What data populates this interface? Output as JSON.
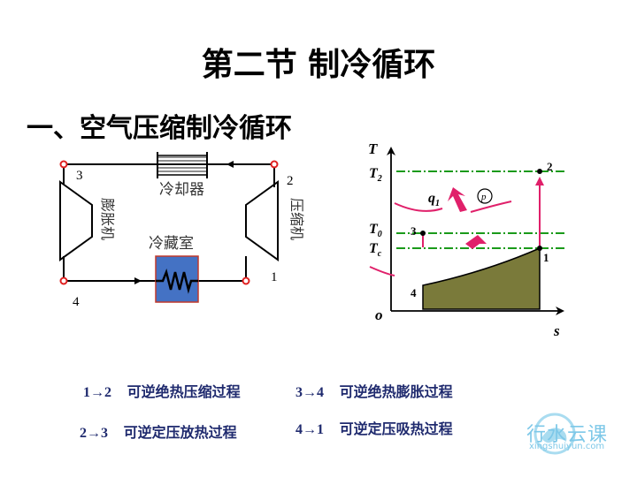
{
  "slide": {
    "title": "第二节    制冷循环",
    "subtitle": "一、空气压缩制冷循环"
  },
  "cycle_diagram": {
    "cooler_label": "冷却器",
    "cold_room_label": "冷藏室",
    "expander_label": "膨胀机",
    "compressor_label": "压缩机",
    "point_labels": [
      "1",
      "2",
      "3",
      "4"
    ],
    "line_color": "#000000",
    "node_color": "#e02020",
    "cold_room_fill": "#4472c4"
  },
  "ts_diagram": {
    "y_axis_label": "T",
    "x_axis_label": "s",
    "origin_label": "o",
    "t2_label": "T",
    "t2_sub": "2",
    "t0_label": "T",
    "t0_sub": "0",
    "tc_label": "T",
    "tc_sub": "c",
    "q_label": "q",
    "q_sub": "1",
    "p_label": "p",
    "point_labels": [
      "1",
      "2",
      "3",
      "4"
    ],
    "dash_color": "#1a9a1a",
    "area_color": "#7a7a3a",
    "arrow_color": "#e0206a"
  },
  "processes": [
    {
      "num": "1→2",
      "desc": "可逆绝热压缩过程"
    },
    {
      "num": "3→4",
      "desc": "可逆绝热膨胀过程"
    },
    {
      "num": "2→3",
      "desc": "可逆定压放热过程"
    },
    {
      "num": "4→1",
      "desc": "可逆定压吸热过程"
    }
  ],
  "watermark": {
    "text": "行水云课",
    "url": "xingshuiyun.com"
  }
}
